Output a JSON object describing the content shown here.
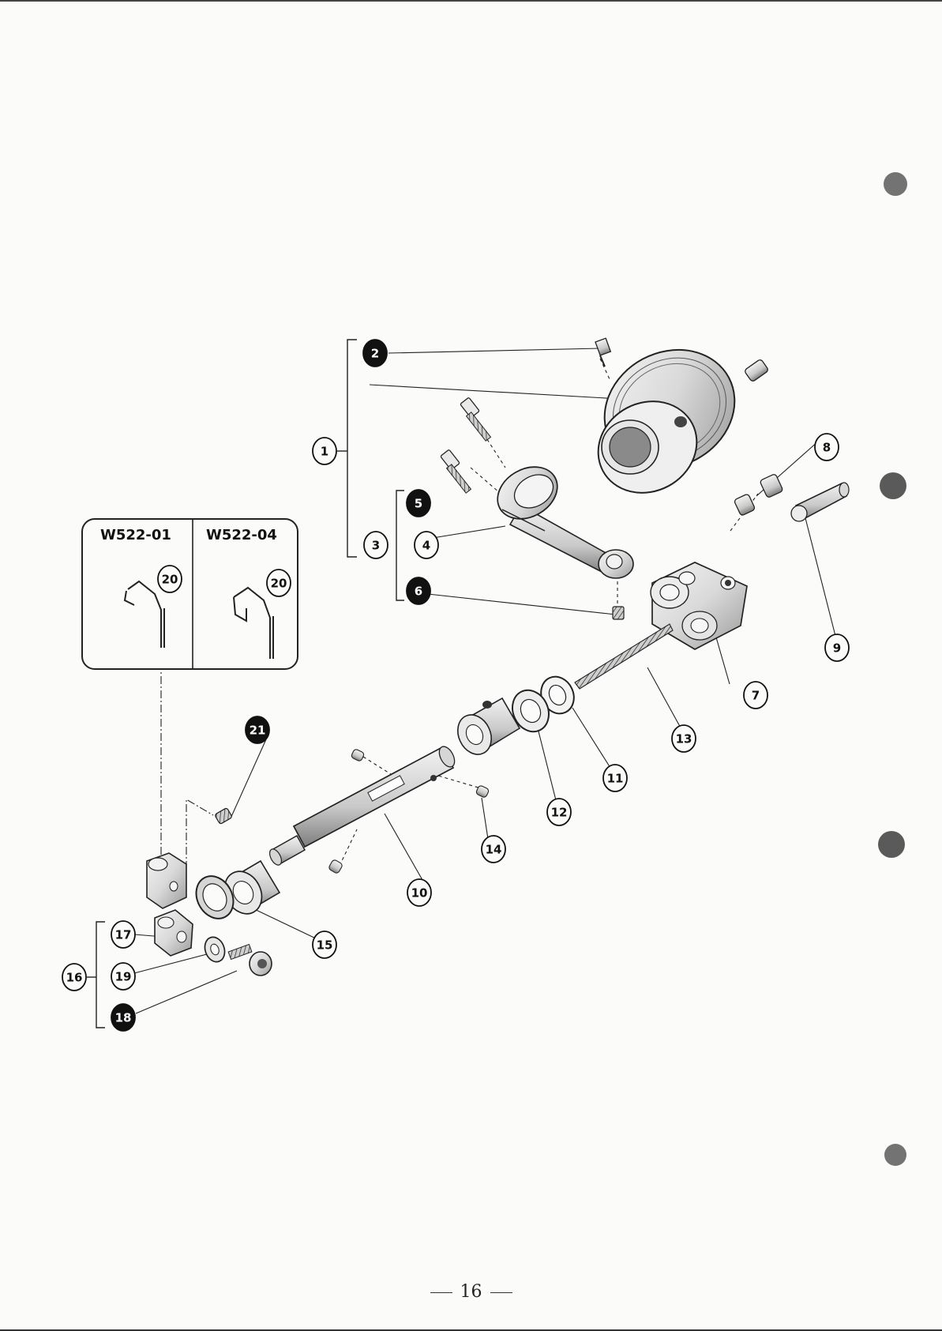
{
  "insets": [
    {
      "title": "W522-01",
      "callout": "20"
    },
    {
      "title": "W522-04",
      "callout": "20"
    }
  ],
  "callouts": {
    "c1": "1",
    "c2": "2",
    "c3": "3",
    "c4": "4",
    "c5": "5",
    "c6": "6",
    "c7": "7",
    "c8": "8",
    "c9": "9",
    "c10": "10",
    "c11": "11",
    "c12": "12",
    "c13": "13",
    "c14": "14",
    "c15": "15",
    "c16": "16",
    "c17": "17",
    "c18": "18",
    "c19": "19",
    "c21": "21"
  },
  "page_number": "16",
  "colors": {
    "ink": "#1a1a1a",
    "paper": "#fbfbfa",
    "filled_callout": "#111111"
  }
}
